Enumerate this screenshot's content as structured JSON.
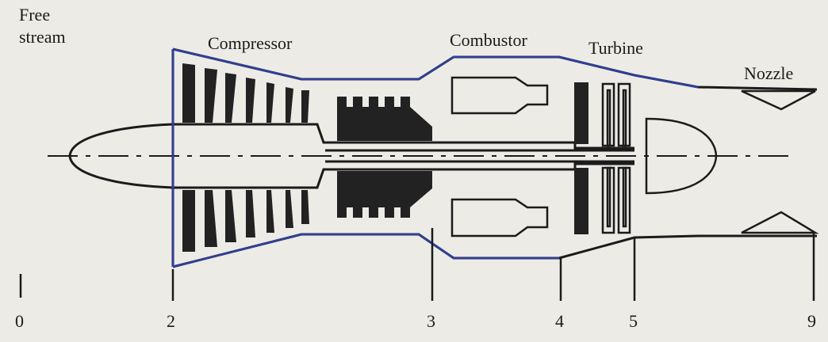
{
  "labels": {
    "free_stream": "Free\nstream",
    "free_stream_line1": "Free",
    "free_stream_line2": "stream",
    "compressor": "Compressor",
    "combustor": "Combustor",
    "turbine": "Turbine",
    "nozzle": "Nozzle"
  },
  "stations": [
    "0",
    "2",
    "3",
    "4",
    "5",
    "9"
  ],
  "colors": {
    "background": "#ecebe6",
    "ink": "#1b1b1b",
    "outline_highlight": "#2e3f9e"
  }
}
